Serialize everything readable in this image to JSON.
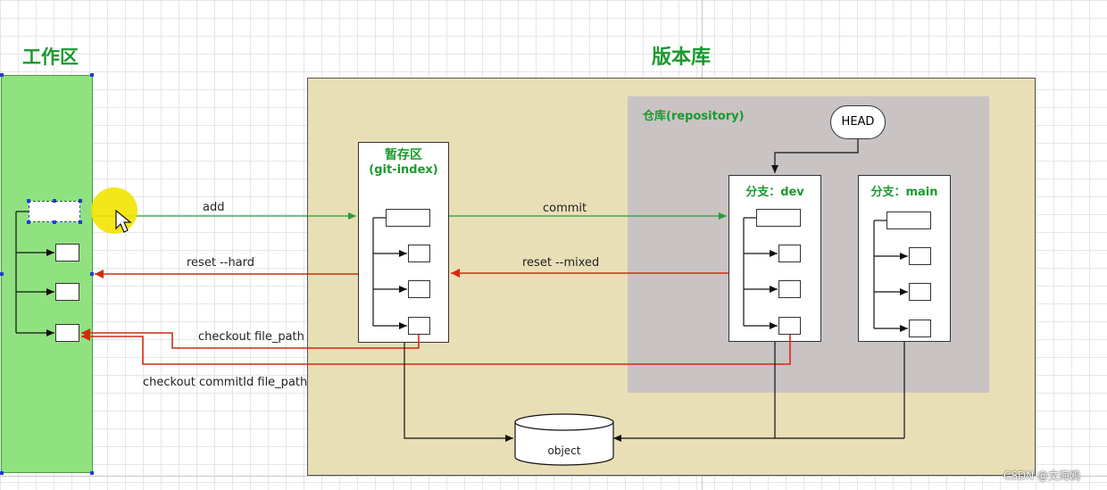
{
  "zones": {
    "workspace_title": "工作区",
    "repo_title": "版本库",
    "repository_label": "仓库(repository)",
    "index_title_cn": "暂存区",
    "index_title_en": "(git-index)",
    "head_label": "HEAD",
    "branch_dev_label": "分支：dev",
    "branch_main_label": "分支：main",
    "object_label": "object"
  },
  "arrows": {
    "add": "add",
    "commit": "commit",
    "reset_hard": "reset --hard",
    "reset_mixed": "reset --mixed",
    "checkout_file": "checkout  file_path",
    "checkout_commit": "checkout  commitId file_path"
  },
  "colors": {
    "workspace": "#8fe27f",
    "repo_bg": "#e8dfb6",
    "repository_bg": "#c9c3c3",
    "title_green": "#1a9a2e",
    "arrow_green": "#2a9a3a",
    "arrow_red": "#d42a10"
  },
  "watermark": "CSDN @文海鸥"
}
